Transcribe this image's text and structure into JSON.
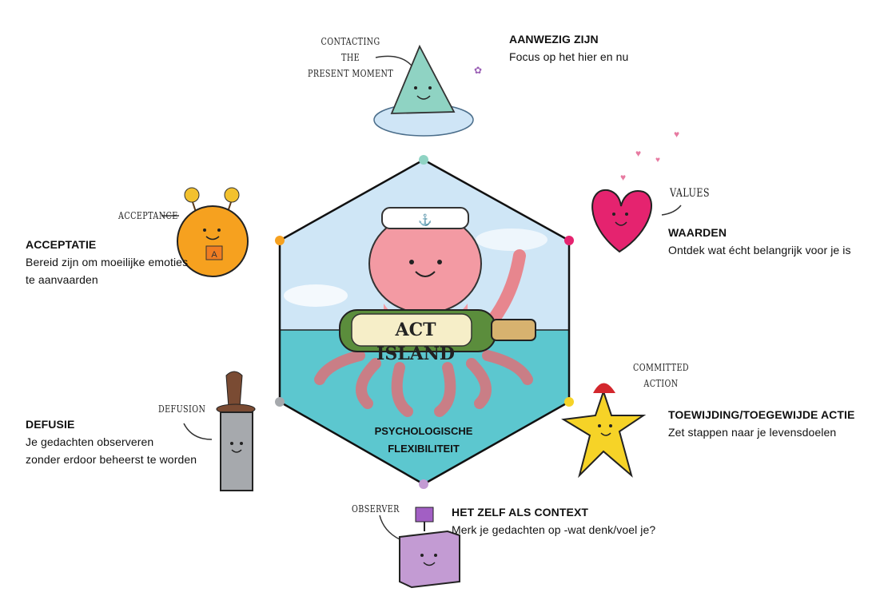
{
  "center": {
    "banner": "ACT ISLAND",
    "title_line1": "PSYCHOLOGISCHE",
    "title_line2": "FLEXIBILITEIT"
  },
  "processes": [
    {
      "hand_label": [
        "Contacting",
        "the",
        "present moment"
      ],
      "title": "AANWEZIG ZIJN",
      "description": [
        "Focus op het hier en nu"
      ],
      "color": "#8fd3c3"
    },
    {
      "hand_label": [
        "Values"
      ],
      "title": "WAARDEN",
      "description": [
        "Ontdek wat écht belangrijk voor je is"
      ],
      "color": "#e5236f"
    },
    {
      "hand_label": [
        "Committed",
        "Action"
      ],
      "title": "TOEWIJDING/TOEGEWIJDE ACTIE",
      "description": [
        "Zet stappen naar je levensdoelen"
      ],
      "color": "#f6d327"
    },
    {
      "hand_label": [
        "Observer"
      ],
      "title": "HET ZELF ALS CONTEXT",
      "description": [
        "Merk je gedachten op -wat denk/voel je?"
      ],
      "color": "#c39bd3"
    },
    {
      "hand_label": [
        "Defusion"
      ],
      "title": "DEFUSIE",
      "description": [
        "Je gedachten observeren",
        "zonder erdoor beheerst te worden"
      ],
      "color": "#a6a9ad"
    },
    {
      "hand_label": [
        "Acceptance"
      ],
      "title": "ACCEPTATIE",
      "description": [
        "Bereid zijn om moeilijke emoties",
        "te aanvaarden"
      ],
      "color": "#f6a11f"
    }
  ],
  "acceptance_block_letter": "A"
}
